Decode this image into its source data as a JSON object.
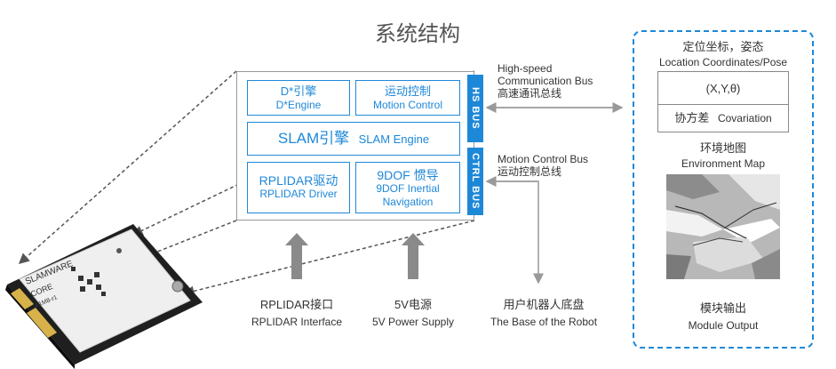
{
  "title": "系统结构",
  "modules": {
    "dstar": {
      "cn": "D*引擎",
      "en": "D*Engine"
    },
    "motion": {
      "cn": "运动控制",
      "en": "Motion Control"
    },
    "slam": {
      "cn": "SLAM引擎",
      "en": "SLAM Engine"
    },
    "rplidar_driver": {
      "cn": "RPLIDAR驱动",
      "en": "RPLIDAR Driver"
    },
    "nav9dof": {
      "cn": "9DOF 惯导",
      "en1": "9DOF Inertial",
      "en2": "Navigation"
    }
  },
  "buses": {
    "hs": "HS BUS",
    "ctrl": "CTRL BUS"
  },
  "hs_bus_label": {
    "line1": "High-speed",
    "line2": "Communication Bus",
    "cn": "高速通讯总线"
  },
  "ctrl_bus_label": {
    "line1": "Motion Control Bus",
    "cn": "运动控制总线"
  },
  "inputs": {
    "rplidar": {
      "cn": "RPLIDAR接口",
      "en": "RPLIDAR Interface"
    },
    "power": {
      "cn": "5V电源",
      "en": "5V Power Supply"
    },
    "robot": {
      "cn": "用户机器人底盘",
      "en": "The Base of the Robot"
    }
  },
  "output_panel": {
    "location_cn": "定位坐标，姿态",
    "location_en": "Location Coordinates/Pose",
    "xy": "(X,Y,θ)",
    "cov_cn": "协方差",
    "cov_en": "Covariation",
    "map_cn": "环境地图",
    "map_en": "Environment Map",
    "module_cn": "模块输出",
    "module_en": "Module Output"
  },
  "board": {
    "line1": "SLAMWARE",
    "line2": "CORE",
    "line3": "A1M8-r1"
  },
  "colors": {
    "accent": "#1e88d8",
    "arrow": "#999999",
    "border": "#999999"
  }
}
